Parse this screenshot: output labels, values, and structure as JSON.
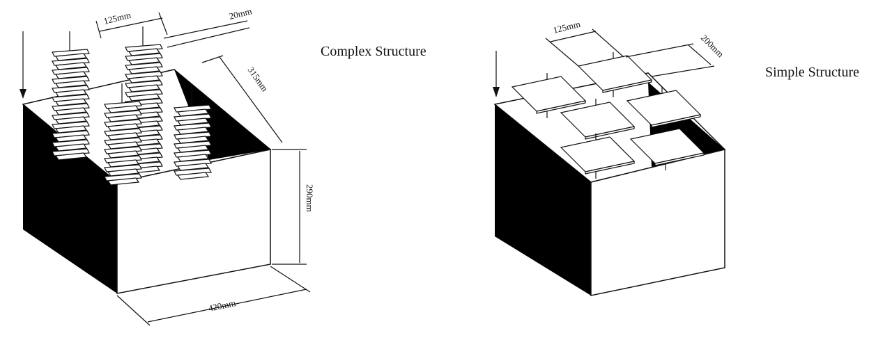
{
  "complex": {
    "title": "Complex Structure",
    "dims": {
      "bar_spacing": "125mm",
      "bar_width": "20mm",
      "depth": "315mm",
      "height": "290mm",
      "width": "420mm"
    }
  },
  "simple": {
    "title": "Simple Structure",
    "dims": {
      "plate_spacing": "125mm",
      "plate_size": "200mm"
    }
  }
}
